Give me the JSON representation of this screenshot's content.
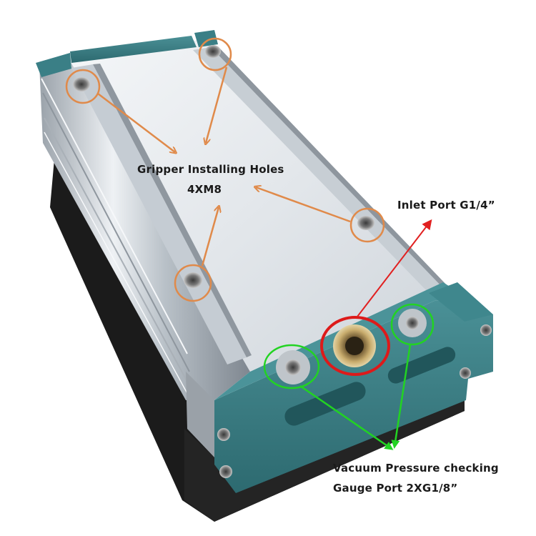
{
  "annotations": {
    "gripper_holes": {
      "line1": "Gripper Installing Holes",
      "line2": "4XM8"
    },
    "inlet_port": "Inlet Port G1/4”",
    "gauge_port": {
      "line1": "Vacuum Pressure checking",
      "line2": "Gauge Port 2XG1/8”"
    }
  },
  "colors": {
    "aluminum": "#d8dde2",
    "teal_end_cap": "#3a7f86",
    "foam": "#1c1c1c",
    "arrow_orange": "#e08a4a",
    "arrow_red": "#e12020",
    "arrow_green": "#22d322",
    "circle_red": "#dd1a1a"
  }
}
